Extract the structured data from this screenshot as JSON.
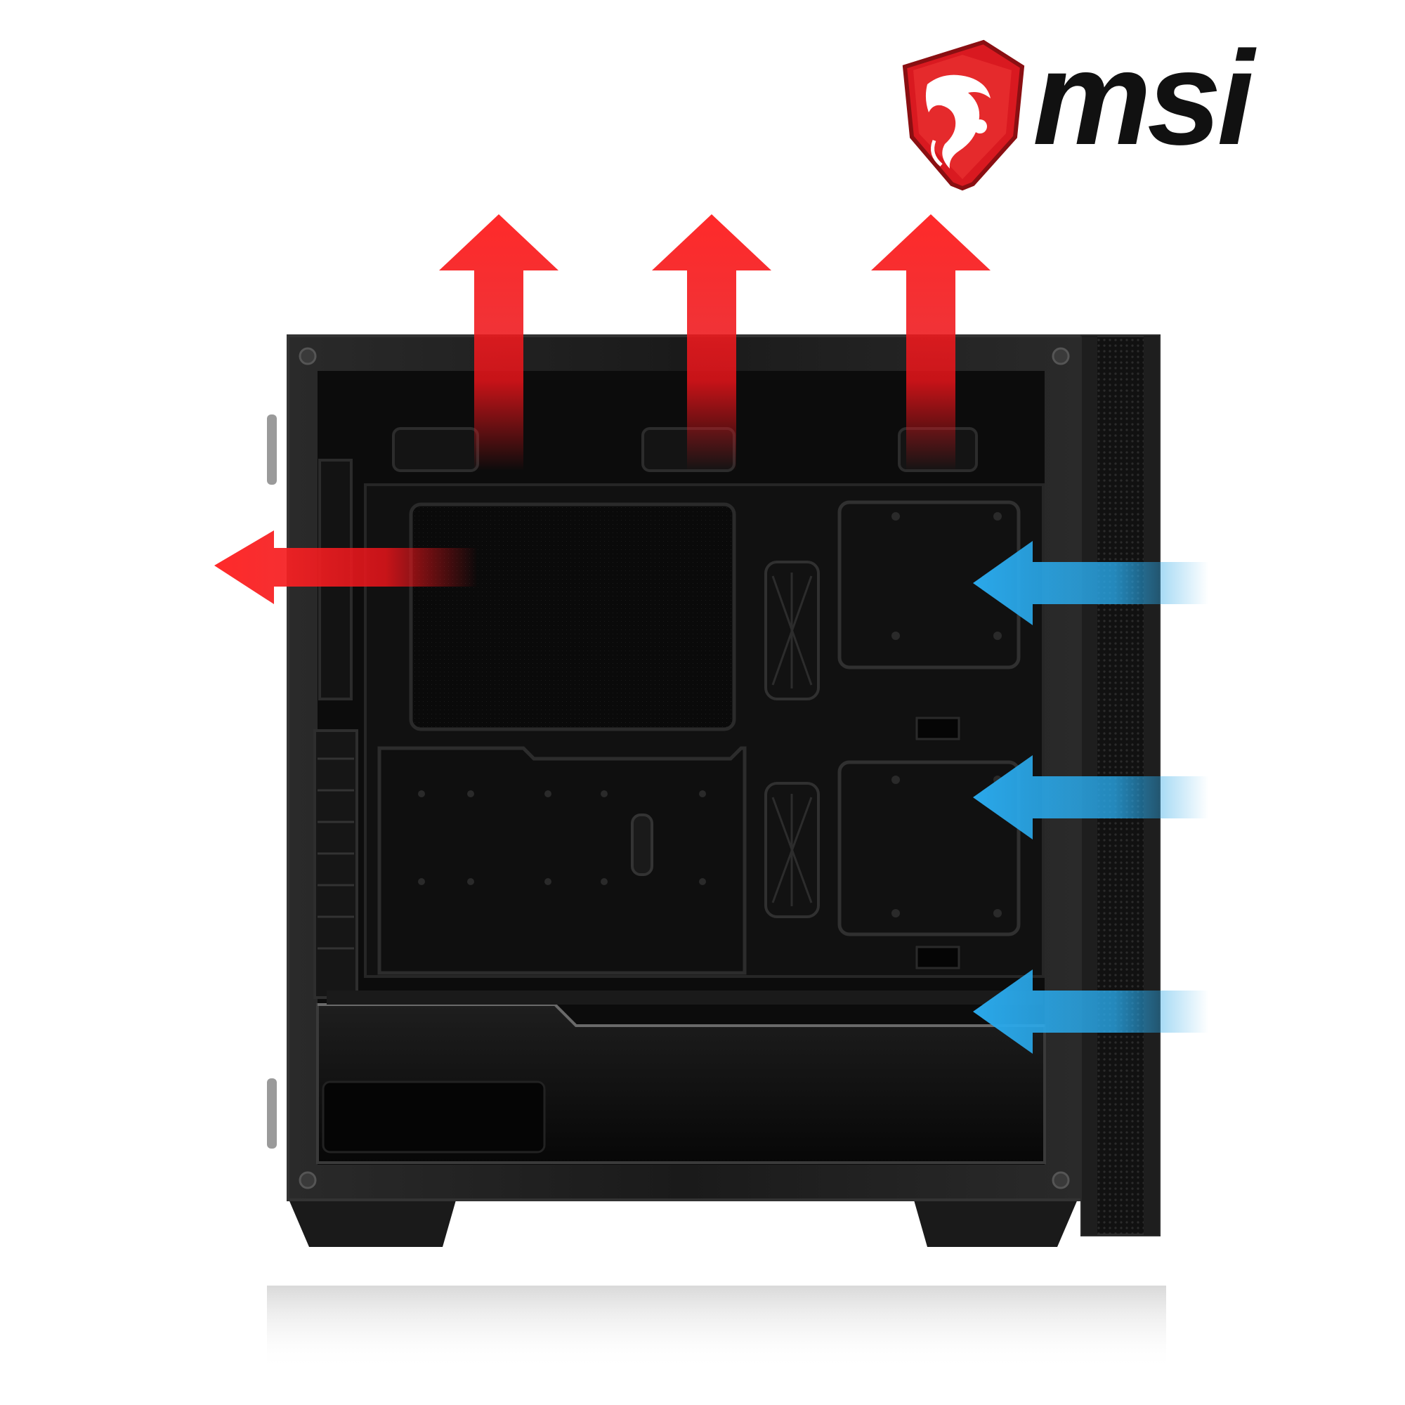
{
  "brand": {
    "logo_text": "msi",
    "shield_color": "#d91920",
    "text_color": "#111111"
  },
  "airflow": {
    "exhaust_color": "#e8141a",
    "intake_color": "#29a6e6",
    "exhaust_count": 4,
    "intake_count": 3
  },
  "case": {
    "body_color": "#0d0d0d",
    "frame_color": "#1c1c1c",
    "mesh_color": "#141414"
  }
}
